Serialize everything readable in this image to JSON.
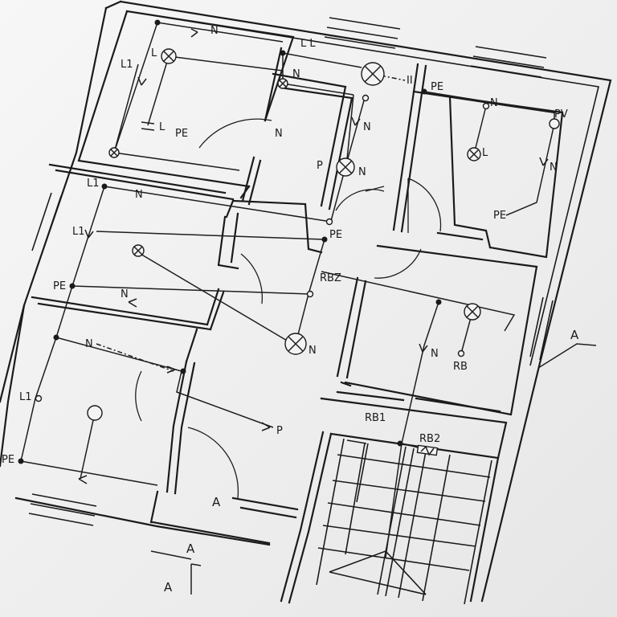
{
  "labels": {
    "n_top": "N",
    "ll": "L L",
    "n_mid": "N",
    "n_down": "N",
    "l_top": "L",
    "l1_top": "L1",
    "l_pe": "L",
    "pe_top": "PE",
    "ii": "II",
    "p_mid": "P",
    "n_mid2": "N",
    "pe_right": "PE",
    "n_right": "N",
    "pv": "PV",
    "l_right": "L",
    "n_rv": "N",
    "pe_right2": "PE",
    "l1_a": "L1",
    "n_a": "N",
    "l1_b": "L1",
    "pe_center": "PE",
    "pe_left": "PE",
    "n_left": "N",
    "rbz": "RBZ",
    "n_c": "N",
    "n_rb": "N",
    "rb": "RB",
    "n_dash": "N",
    "l1_c": "L1",
    "pe_bottom": "PE",
    "p_bottom": "P",
    "rb1": "RB1",
    "rb2": "RB2",
    "a_right": "A",
    "a_left": "A",
    "a_bottom_a": "A",
    "a_bottom_b": "A"
  }
}
